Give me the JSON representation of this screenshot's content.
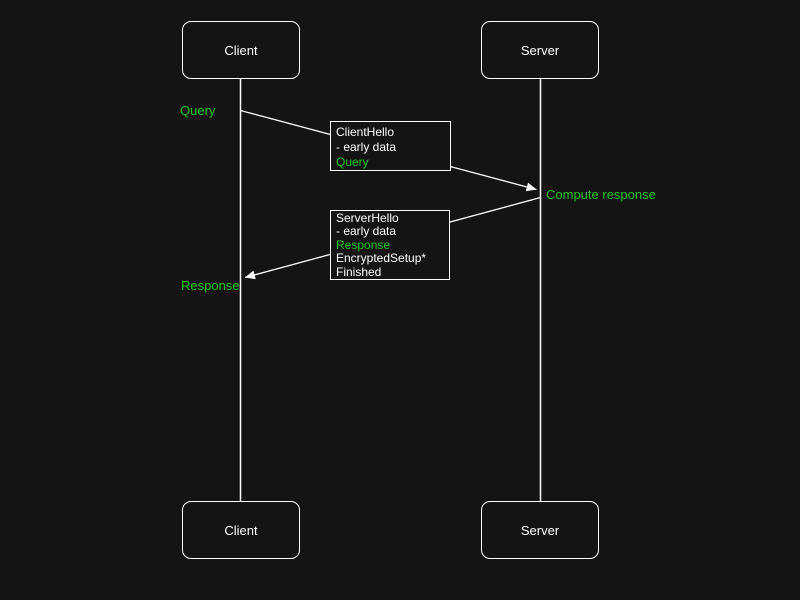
{
  "colors": {
    "background": "#141414",
    "stroke": "#ffffff",
    "text": "#ffffff",
    "accent_green": "#1fc71f"
  },
  "actors": {
    "client_top": "Client",
    "server_top": "Server",
    "client_bottom": "Client",
    "server_bottom": "Server"
  },
  "annotations": {
    "query": "Query",
    "compute_response": "Compute response",
    "response": "Response"
  },
  "messages": {
    "request": {
      "lines": [
        "ClientHello",
        "- early data",
        "Query"
      ]
    },
    "reply": {
      "lines": [
        "ServerHello",
        "- early data",
        "Response",
        "EncryptedSetup*",
        "Finished"
      ]
    }
  }
}
